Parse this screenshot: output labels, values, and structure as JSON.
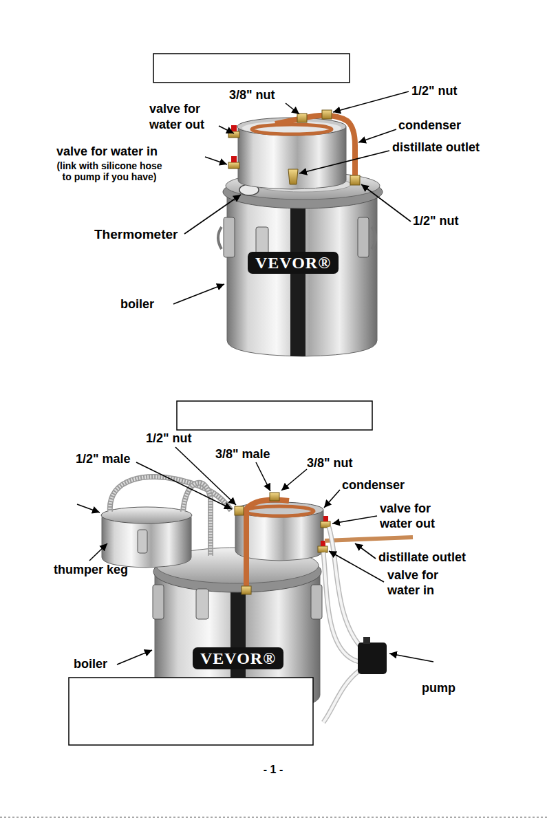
{
  "diagram": {
    "nodes": [
      {
        "text": [
          "VEVOR®"
        ]
      },
      {
        "text": [
          "VEVOR®"
        ]
      }
    ],
    "labels": [
      "3/8\" nut",
      "1/2\" nut",
      "valve for water out",
      "condenser",
      "valve for water in",
      "(link with silicone hose to pump if you have)",
      "distillate outlet",
      "Thermometer",
      "1/2\" nut",
      "boiler",
      "1/2\" nut",
      "3/8\" male",
      "1/2\" male",
      "3/8\" nut",
      "condenser",
      "valve for water out",
      "thumper keg",
      "distillate outlet",
      "valve for water in",
      "boiler",
      "pump",
      "- 1 -"
    ]
  }
}
